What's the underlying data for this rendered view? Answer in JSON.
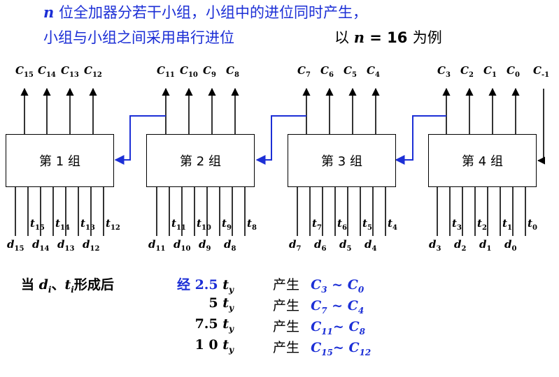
{
  "title": {
    "line1_n": "n",
    "line1_rest": " 位全加器分若干小组，小组中的进位同时产生，",
    "line2": "小组与小组之间采用串行进位",
    "example_prefix": "以 ",
    "example_n": "n",
    "example_eq": " = 16 ",
    "example_suffix": "为例"
  },
  "groups": [
    {
      "label": "第 1 组",
      "carries": [
        "15",
        "14",
        "13",
        "12"
      ],
      "t": [
        "15",
        "14",
        "13",
        "12"
      ],
      "d": [
        "15",
        "14",
        "13",
        "12"
      ]
    },
    {
      "label": "第 2 组",
      "carries": [
        "11",
        "10",
        "9",
        "8"
      ],
      "t": [
        "11",
        "10",
        "9",
        "8"
      ],
      "d": [
        "11",
        "10",
        "9",
        "8"
      ]
    },
    {
      "label": "第 3 组",
      "carries": [
        "7",
        "6",
        "5",
        "4"
      ],
      "t": [
        "7",
        "6",
        "5",
        "4"
      ],
      "d": [
        "7",
        "6",
        "5",
        "4"
      ]
    },
    {
      "label": "第 4 组",
      "carries": [
        "3",
        "2",
        "1",
        "0"
      ],
      "t": [
        "3",
        "2",
        "1",
        "0"
      ],
      "d": [
        "3",
        "2",
        "1",
        "0"
      ]
    }
  ],
  "input_carry": {
    "sub": "-1"
  },
  "symbols": {
    "C": "C",
    "t": "t",
    "d": "d"
  },
  "timing": {
    "intro_prefix": "当 ",
    "intro_d": "d",
    "intro_sub": "i",
    "intro_sep": "、",
    "intro_t": "t",
    "intro_suffix": "形成后",
    "rows": [
      {
        "lead": "经 ",
        "value": "2.5 ",
        "t": "t",
        "tsub": "y",
        "produce": "产生",
        "c1": "C",
        "c1sub": "3",
        "tilde": " ~ ",
        "c2": "C",
        "c2sub": "0"
      },
      {
        "lead": "",
        "value": "5 ",
        "t": "t",
        "tsub": "y",
        "produce": "产生",
        "c1": "C",
        "c1sub": "7",
        "tilde": " ~ ",
        "c2": "C",
        "c2sub": "4"
      },
      {
        "lead": "",
        "value": "7.5 ",
        "t": "t",
        "tsub": "y",
        "produce": "产生",
        "c1": "C",
        "c1sub": "11",
        "tilde": "~ ",
        "c2": "C",
        "c2sub": "8"
      },
      {
        "lead": "",
        "value": "1 0 ",
        "t": "t",
        "tsub": "y",
        "produce": "产生",
        "c1": "C",
        "c1sub": "15",
        "tilde": "~ ",
        "c2": "C",
        "c2sub": "12"
      }
    ]
  },
  "colors": {
    "blue": "#1c2fd6",
    "black": "#000000"
  }
}
